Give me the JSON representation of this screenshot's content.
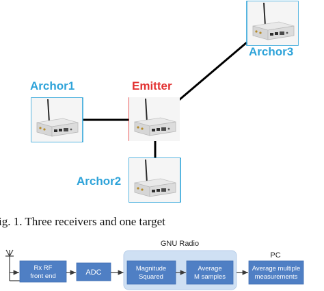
{
  "nodes": {
    "anchor1": {
      "label": "Archor1",
      "color": "#2ea3d9"
    },
    "emitter": {
      "label": "Emitter",
      "color": "#e23232"
    },
    "anchor2": {
      "label": "Archor2",
      "color": "#2ea3d9"
    },
    "anchor3": {
      "label": "Archor3",
      "color": "#2ea3d9"
    }
  },
  "caption": "ig. 1. Three receivers and one target",
  "pipeline": {
    "rx_front_end": {
      "line1": "Rx RF",
      "line2": "front end"
    },
    "adc": {
      "label": "ADC"
    },
    "gnu_radio": {
      "title": "GNU Radio"
    },
    "magnitude_squared": {
      "line1": "Magnitude",
      "line2": "Squared"
    },
    "average_m": {
      "line1": "Average",
      "line2": "M samples"
    },
    "pc": {
      "title": "PC"
    },
    "average_multiple": {
      "line1": "Average multiple",
      "line2": "measurements"
    }
  },
  "colors": {
    "block_fill": "#4f7fc4",
    "block_text": "#ffffff",
    "group_fill": "#cfe0f3",
    "group_stroke": "#b7cde8",
    "link": "#000000"
  },
  "icons": [
    "router-device-icon",
    "antenna-icon"
  ]
}
